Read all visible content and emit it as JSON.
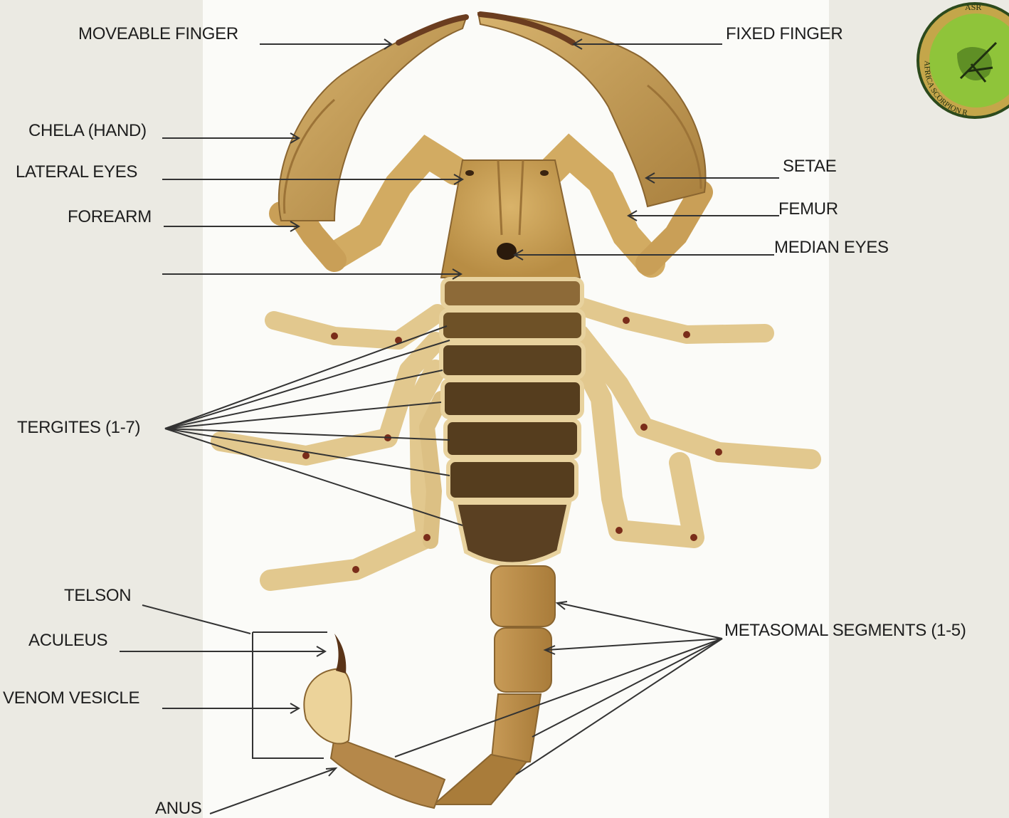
{
  "labels": {
    "moveable_finger": "MOVEABLE FINGER",
    "fixed_finger": "FIXED FINGER",
    "chela": "CHELA (HAND)",
    "lateral_eyes": "LATERAL EYES",
    "setae": "SETAE",
    "femur": "FEMUR",
    "forearm": "FOREARM",
    "median_eyes": "MEDIAN EYES",
    "tergites": "TERGITES (1-7)",
    "telson": "TELSON",
    "aculeus": "ACULEUS",
    "venom_vesicle": "VENOM VESICLE",
    "metasomal_segments": "METASOMAL SEGMENTS (1-5)",
    "anus": "ANUS"
  },
  "logo": {
    "monogram": "ASR",
    "ring_text": "AFRICA SCORPION R",
    "ring_color": "#2c4a1c",
    "fill_color": "#8fc43a"
  },
  "colors": {
    "background": "#ebeae3",
    "photo_background": "#fbfbf8",
    "leader_line": "#333333",
    "scorpion_body": "#d9b570",
    "scorpion_dark": "#5a4022"
  }
}
